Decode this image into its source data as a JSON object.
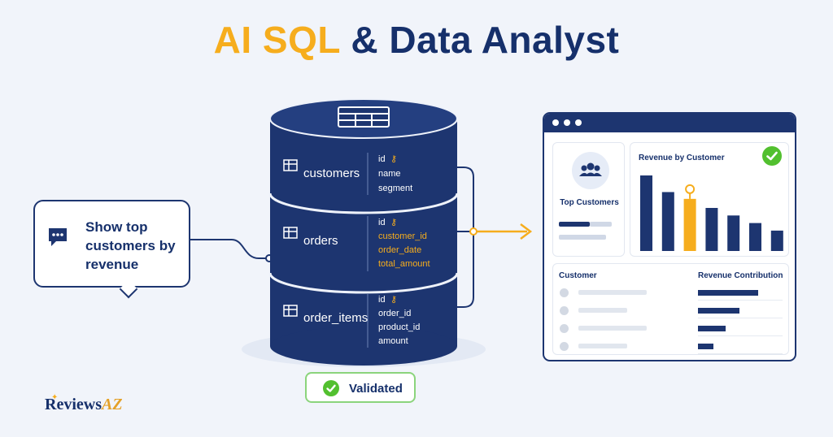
{
  "title": {
    "accent": "AI SQL",
    "main": "& Data Analyst"
  },
  "prompt": {
    "text": "Show top customers by revenue",
    "icon": "chat-icon"
  },
  "database": {
    "icon": "table-icon",
    "tables": [
      {
        "name": "customers",
        "columns": [
          {
            "label": "id",
            "key": true
          },
          {
            "label": "name",
            "key": false
          },
          {
            "label": "segment",
            "key": false
          }
        ]
      },
      {
        "name": "orders",
        "columns": [
          {
            "label": "id",
            "key": true
          },
          {
            "label": "customer_id",
            "key": false,
            "highlight": true
          },
          {
            "label": "order_date",
            "key": false,
            "highlight": true
          },
          {
            "label": "total_amount",
            "key": false,
            "highlight": true
          }
        ]
      },
      {
        "name": "order_items",
        "columns": [
          {
            "label": "id",
            "key": true
          },
          {
            "label": "order_id",
            "key": false
          },
          {
            "label": "product_id",
            "key": false
          },
          {
            "label": "amount",
            "key": false
          }
        ]
      }
    ]
  },
  "status": {
    "label": "Validated"
  },
  "dashboard": {
    "top_customers_label": "Top Customers",
    "chart_title": "Revenue by Customer",
    "table_headers": {
      "customer": "Customer",
      "contribution": "Revenue Contribution"
    },
    "colors": {
      "navy": "#1d3570",
      "highlight": "#f6ad1d",
      "success": "#52c02f"
    }
  },
  "chart_data": {
    "type": "bar",
    "title": "Revenue by Customer",
    "values": [
      100,
      78,
      69,
      57,
      47,
      37,
      27
    ],
    "highlight_index": 2
  },
  "contribution_rows": [
    0.8,
    0.55,
    0.37,
    0.2
  ],
  "brand": {
    "main": "Reviews",
    "accent": "AZ"
  }
}
